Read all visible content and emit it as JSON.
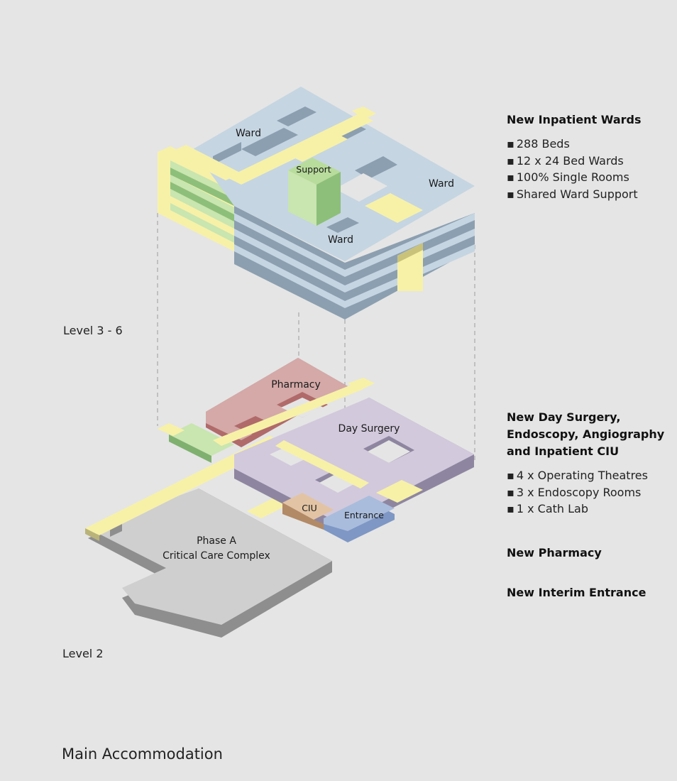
{
  "diagram": {
    "levels": {
      "upper": "Level 3 - 6",
      "lower": "Level 2"
    },
    "blocks": {
      "ward_nw": "Ward",
      "ward_e": "Ward",
      "ward_s": "Ward",
      "support": "Support",
      "pharmacy": "Pharmacy",
      "day_surgery": "Day Surgery",
      "ciu": "CIU",
      "entrance": "Entrance",
      "phase_a_line1": "Phase A",
      "phase_a_line2": "Critical Care Complex"
    },
    "colors": {
      "ward": "#c5d5e2",
      "support": "#c9e5b0",
      "circulation": "#f7f1a8",
      "pharmacy": "#d4a9a8",
      "day_surgery": "#d2c9dc",
      "ciu": "#e2c4a4",
      "entrance": "#a9bcdc",
      "phase_a": "#cfcfcf",
      "background": "#e5e5e5"
    }
  },
  "legend": {
    "inpatient": {
      "title": "New Inpatient Wards",
      "items": [
        "288 Beds",
        "12 x 24 Bed Wards",
        "100% Single Rooms",
        "Shared Ward Support"
      ]
    },
    "day_surgery": {
      "title_line1": "New Day Surgery,",
      "title_line2": "Endoscopy, Angiography",
      "title_line3": "and Inpatient CIU",
      "items": [
        "4 x Operating Theatres",
        "3 x Endoscopy Rooms",
        "1 x Cath Lab"
      ]
    },
    "pharmacy": "New Pharmacy",
    "entrance": "New Interim Entrance"
  },
  "caption": "Main Accommodation"
}
